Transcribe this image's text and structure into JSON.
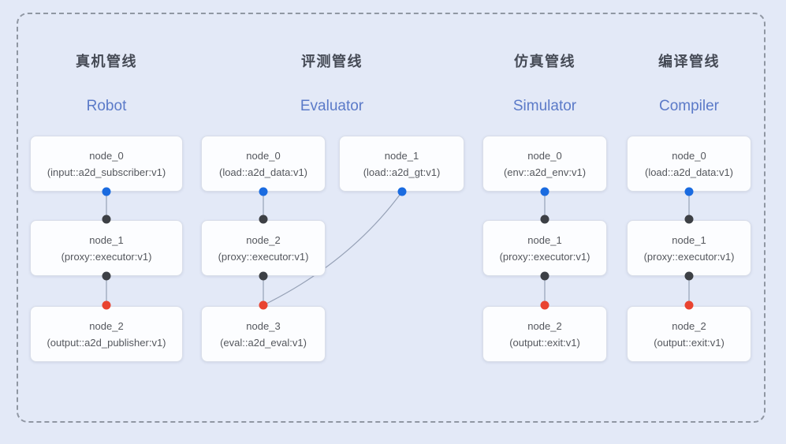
{
  "colors": {
    "background": "#e3e9f7",
    "dashed_border": "#9097a3",
    "title_zh_color": "#454a55",
    "title_en_color": "#5b7ac8",
    "node_text_color": "#54575d",
    "connection_line": "#96a1b6",
    "dot_blue": "#1a6be0",
    "dot_dark": "#3d4045",
    "dot_red": "#e94330"
  },
  "pipelines": [
    {
      "title_zh": "真机管线",
      "title_en": "Robot",
      "nodes": [
        {
          "name": "node_0",
          "type": "(input::a2d_subscriber:v1)"
        },
        {
          "name": "node_1",
          "type": "(proxy::executor:v1)"
        },
        {
          "name": "node_2",
          "type": "(output::a2d_publisher:v1)"
        }
      ]
    },
    {
      "title_zh": "评测管线",
      "title_en": "Evaluator",
      "nodes": [
        {
          "name": "node_0",
          "type": "(load::a2d_data:v1)"
        },
        {
          "name": "node_1",
          "type": "(load::a2d_gt:v1)"
        },
        {
          "name": "node_2",
          "type": "(proxy::executor:v1)"
        },
        {
          "name": "node_3",
          "type": "(eval::a2d_eval:v1)"
        }
      ]
    },
    {
      "title_zh": "仿真管线",
      "title_en": "Simulator",
      "nodes": [
        {
          "name": "node_0",
          "type": "(env::a2d_env:v1)"
        },
        {
          "name": "node_1",
          "type": "(proxy::executor:v1)"
        },
        {
          "name": "node_2",
          "type": "(output::exit:v1)"
        }
      ]
    },
    {
      "title_zh": "编译管线",
      "title_en": "Compiler",
      "nodes": [
        {
          "name": "node_0",
          "type": "(load::a2d_data:v1)"
        },
        {
          "name": "node_1",
          "type": "(proxy::executor:v1)"
        },
        {
          "name": "node_2",
          "type": "(output::exit:v1)"
        }
      ]
    }
  ]
}
